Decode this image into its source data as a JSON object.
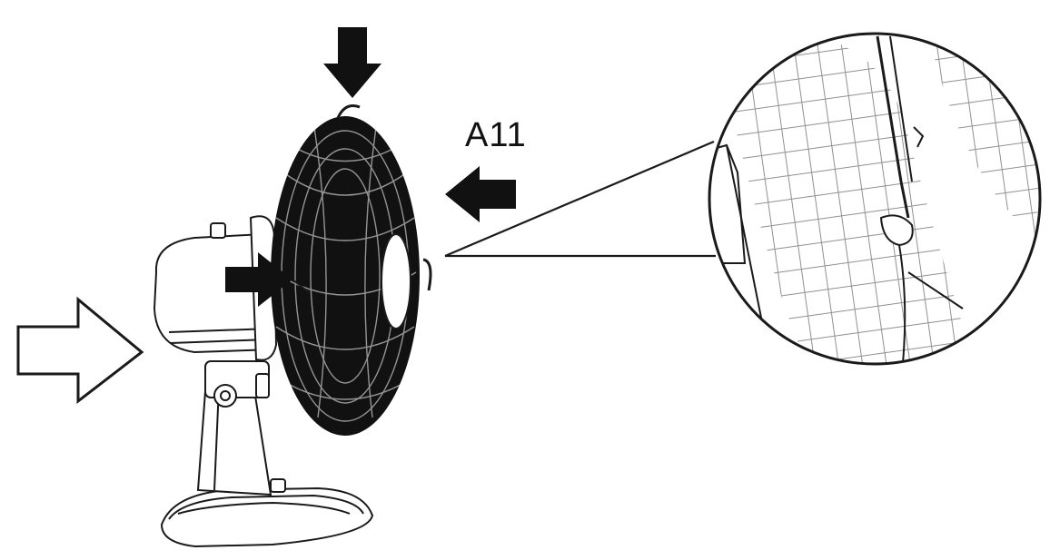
{
  "diagram": {
    "callout_label": "A11",
    "colors": {
      "line": "#1a1a1a",
      "fill_dark": "#111111",
      "fill_white": "#ffffff",
      "mesh_light": "#8a8a8a"
    },
    "elements": [
      "fan-base",
      "fan-stand",
      "motor-housing",
      "fan-grille",
      "arrow-down",
      "arrow-left",
      "arrow-right-inner",
      "arrow-outline-right",
      "magnifier-circle",
      "clip-detail"
    ]
  }
}
